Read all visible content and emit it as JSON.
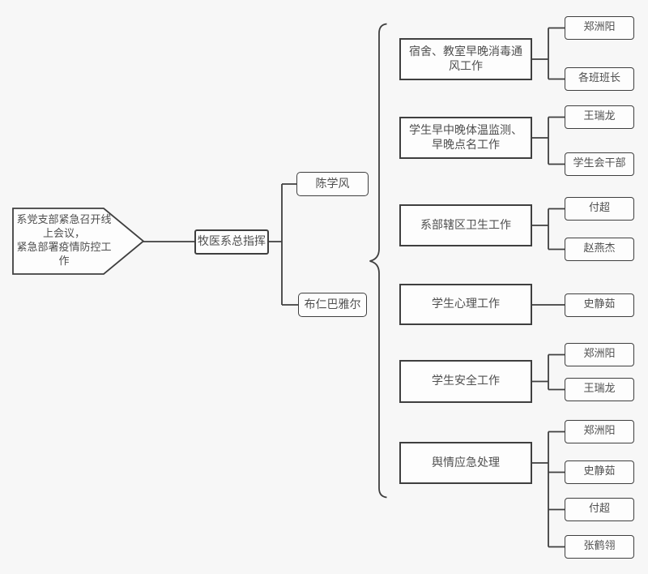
{
  "colors": {
    "background": "#f7f7f7",
    "node_fill": "#fdfdfd",
    "stroke": "#3f3f3f",
    "text": "#4f4f4f"
  },
  "root": {
    "label": "系党支部紧急召开线\n上会议，\n紧急部署疫情防控工\n作"
  },
  "commander": {
    "label": "牧医系总指挥"
  },
  "deputies": [
    {
      "label": "陈学风"
    },
    {
      "label": "布仁巴雅尔"
    }
  ],
  "tasks": [
    {
      "label": "宿舍、教室早晚消毒通\n风工作",
      "assignees": [
        "郑洲阳",
        "各班班长"
      ]
    },
    {
      "label": "学生早中晚体温监测、\n早晚点名工作",
      "assignees": [
        "王瑞龙",
        "学生会干部"
      ]
    },
    {
      "label": "系部辖区卫生工作",
      "assignees": [
        "付超",
        "赵燕杰"
      ]
    },
    {
      "label": "学生心理工作",
      "assignees": [
        "史静茹"
      ]
    },
    {
      "label": "学生安全工作",
      "assignees": [
        "郑洲阳",
        "王瑞龙"
      ]
    },
    {
      "label": "舆情应急处理",
      "assignees": [
        "郑洲阳",
        "史静茹",
        "付超",
        "张鹤翎"
      ]
    }
  ]
}
